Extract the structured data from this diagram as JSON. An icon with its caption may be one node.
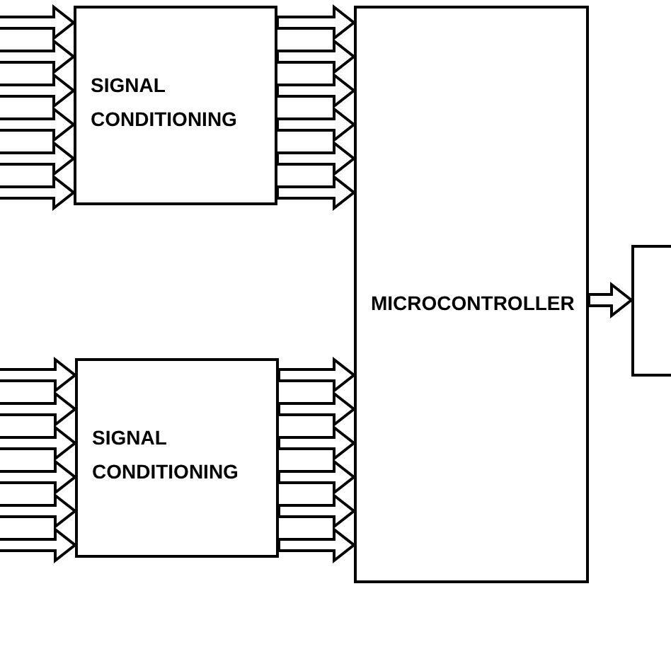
{
  "diagram": {
    "nodes": [
      {
        "text": [
          "SIGNAL CONDITIONING"
        ]
      },
      {
        "text": [
          "SIGNAL CONDITIONING"
        ]
      },
      {
        "text": [
          "MICROCONTROLLER"
        ]
      },
      {
        "text": [],
        "shape": "box"
      }
    ],
    "edges": [
      {
        "from": null,
        "to": 0,
        "arrow": "to"
      },
      {
        "from": null,
        "to": 0,
        "arrow": "to"
      },
      {
        "from": null,
        "to": 0,
        "arrow": "to"
      },
      {
        "from": null,
        "to": 0,
        "arrow": "to"
      },
      {
        "from": null,
        "to": 0,
        "arrow": "to"
      },
      {
        "from": null,
        "to": 0,
        "arrow": "to"
      },
      {
        "from": 0,
        "to": 2,
        "arrow": "to"
      },
      {
        "from": 0,
        "to": 2,
        "arrow": "to"
      },
      {
        "from": 0,
        "to": 2,
        "arrow": "to"
      },
      {
        "from": 0,
        "to": 2,
        "arrow": "to"
      },
      {
        "from": 0,
        "to": 2,
        "arrow": "to"
      },
      {
        "from": 0,
        "to": 2,
        "arrow": "to"
      },
      {
        "from": null,
        "to": 1,
        "arrow": "to"
      },
      {
        "from": null,
        "to": 1,
        "arrow": "to"
      },
      {
        "from": null,
        "to": 1,
        "arrow": "to"
      },
      {
        "from": null,
        "to": 1,
        "arrow": "to"
      },
      {
        "from": null,
        "to": 1,
        "arrow": "to"
      },
      {
        "from": null,
        "to": 1,
        "arrow": "to"
      },
      {
        "from": 1,
        "to": 2,
        "arrow": "to"
      },
      {
        "from": 1,
        "to": 2,
        "arrow": "to"
      },
      {
        "from": 1,
        "to": 2,
        "arrow": "to"
      },
      {
        "from": 1,
        "to": 2,
        "arrow": "to"
      },
      {
        "from": 1,
        "to": 2,
        "arrow": "to"
      },
      {
        "from": 1,
        "to": 2,
        "arrow": "to"
      },
      {
        "from": 2,
        "to": 3,
        "arrow": "to"
      }
    ]
  }
}
